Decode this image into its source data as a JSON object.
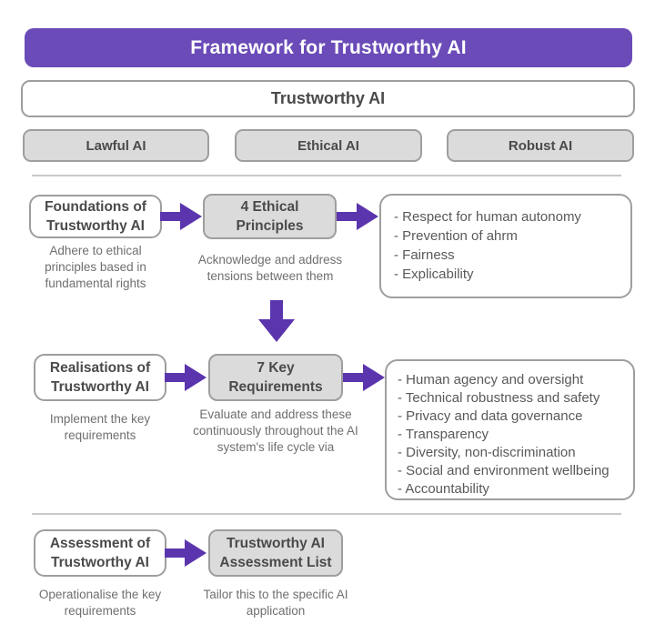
{
  "colors": {
    "purple": "#6A4BB8",
    "arrow-purple": "#5B35AD",
    "box-gray": "#DBDBDB",
    "border-gray": "#9E9E9E",
    "title-text": "#4A4A4A",
    "note-text": "#6F6F6F",
    "list-text": "#595959",
    "divider": "#C9C9C9"
  },
  "header": {
    "title": "Framework for Trustworthy AI"
  },
  "overview": {
    "main_label": "Trustworthy AI",
    "pillars": [
      "Lawful AI",
      "Ethical AI",
      "Robust AI"
    ]
  },
  "rows": {
    "foundations": {
      "stage": "Foundations of Trustworthy AI",
      "stage_note": "Adhere to ethical principles based in fundamental rights",
      "process": "4 Ethical Principles",
      "process_note": "Acknowledge and address tensions between them",
      "principles": [
        "- Respect for human autonomy",
        "- Prevention of ahrm",
        "- Fairness",
        "- Explicability"
      ]
    },
    "realisations": {
      "stage": "Realisations of Trustworthy AI",
      "stage_note": "Implement the key requirements",
      "process": "7 Key Requirements",
      "process_note": "Evaluate and address these continuously throughout the AI system's life cycle via",
      "requirements": [
        "- Human agency and oversight",
        "- Technical robustness and safety",
        "- Privacy and data governance",
        "- Transparency",
        "- Diversity, non-discrimination",
        "- Social and environment wellbeing",
        "- Accountability"
      ]
    },
    "assessment": {
      "stage": "Assessment of Trustworthy AI",
      "stage_note": "Operationalise the key requirements",
      "process": "Trustworthy AI Assessment List",
      "process_note": "Tailor this to the specific AI application"
    }
  }
}
